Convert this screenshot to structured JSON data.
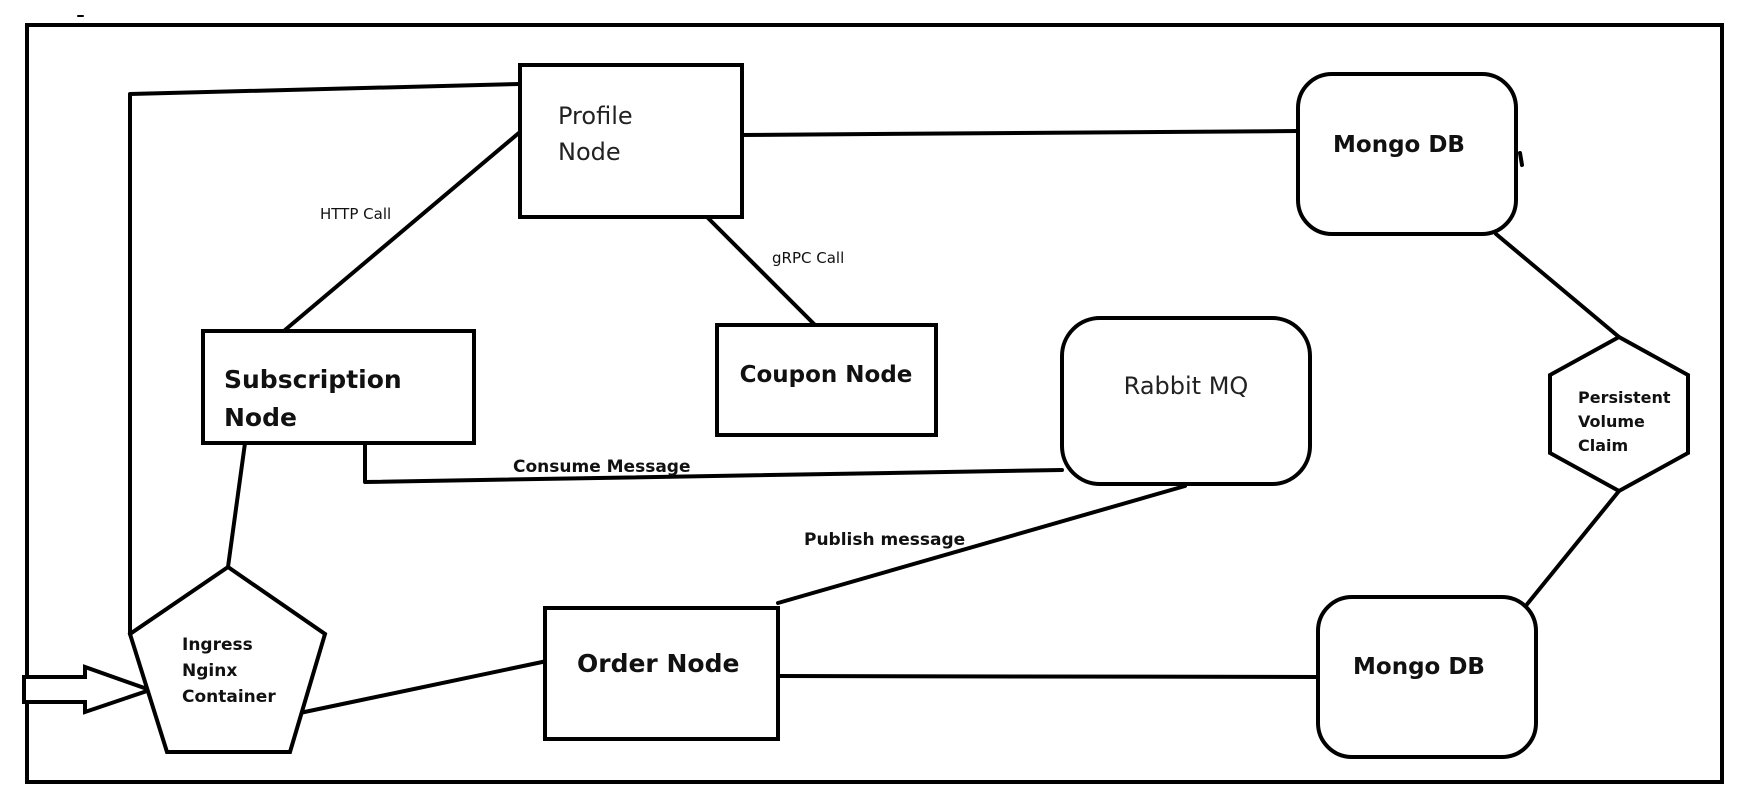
{
  "diagram": {
    "nodes": {
      "profile": {
        "line1": "Profile",
        "line2": "Node"
      },
      "subscription": {
        "line1": "Subscription",
        "line2": "Node"
      },
      "coupon": {
        "label": "Coupon Node"
      },
      "rabbit": {
        "label": "Rabbit MQ"
      },
      "mongo_top": {
        "label": "Mongo DB"
      },
      "mongo_bottom": {
        "label": "Mongo DB"
      },
      "pvc": {
        "line1": "Persistent",
        "line2": "Volume",
        "line3": "Claim"
      },
      "ingress": {
        "line1": "Ingress",
        "line2": "Nginx",
        "line3": "Container"
      },
      "order": {
        "label": "Order Node"
      }
    },
    "edges": {
      "http_call": "HTTP Call",
      "grpc_call": "gRPC Call",
      "consume_message": "Consume Message",
      "publish_message": "Publish message"
    }
  }
}
